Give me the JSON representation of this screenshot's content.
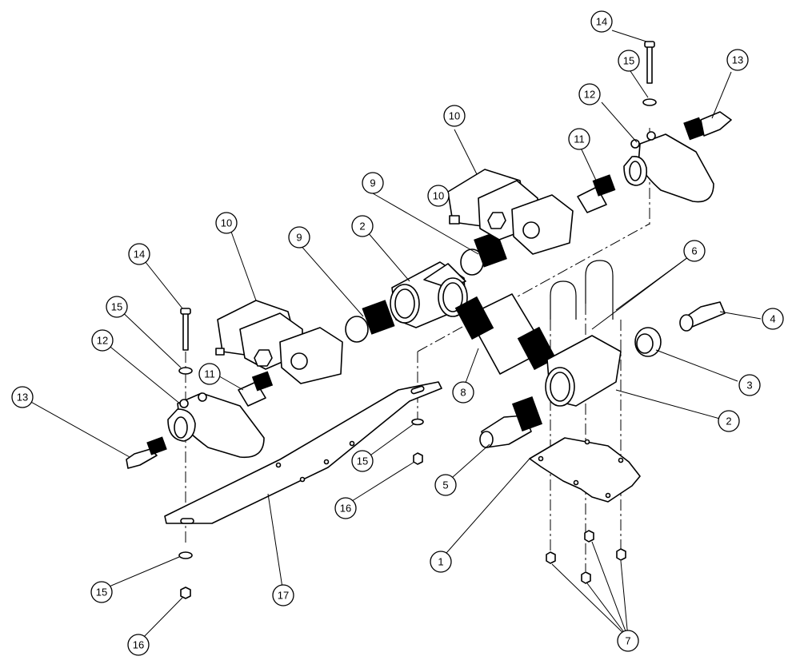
{
  "diagram": {
    "callouts": [
      {
        "id": "c1",
        "label": "1"
      },
      {
        "id": "c2a",
        "label": "2"
      },
      {
        "id": "c2b",
        "label": "2"
      },
      {
        "id": "c3",
        "label": "3"
      },
      {
        "id": "c4",
        "label": "4"
      },
      {
        "id": "c5",
        "label": "5"
      },
      {
        "id": "c6",
        "label": "6"
      },
      {
        "id": "c7",
        "label": "7"
      },
      {
        "id": "c8",
        "label": "8"
      },
      {
        "id": "c9a",
        "label": "9"
      },
      {
        "id": "c9b",
        "label": "9"
      },
      {
        "id": "c10a",
        "label": "10"
      },
      {
        "id": "c10b",
        "label": "10"
      },
      {
        "id": "c10c",
        "label": "10"
      },
      {
        "id": "c11a",
        "label": "11"
      },
      {
        "id": "c11b",
        "label": "11"
      },
      {
        "id": "c12a",
        "label": "12"
      },
      {
        "id": "c12b",
        "label": "12"
      },
      {
        "id": "c13a",
        "label": "13"
      },
      {
        "id": "c13b",
        "label": "13"
      },
      {
        "id": "c14a",
        "label": "14"
      },
      {
        "id": "c14b",
        "label": "14"
      },
      {
        "id": "c15a",
        "label": "15"
      },
      {
        "id": "c15b",
        "label": "15"
      },
      {
        "id": "c15c",
        "label": "15"
      },
      {
        "id": "c15d",
        "label": "15"
      },
      {
        "id": "c16a",
        "label": "16"
      },
      {
        "id": "c16b",
        "label": "16"
      },
      {
        "id": "c17",
        "label": "17"
      }
    ]
  }
}
